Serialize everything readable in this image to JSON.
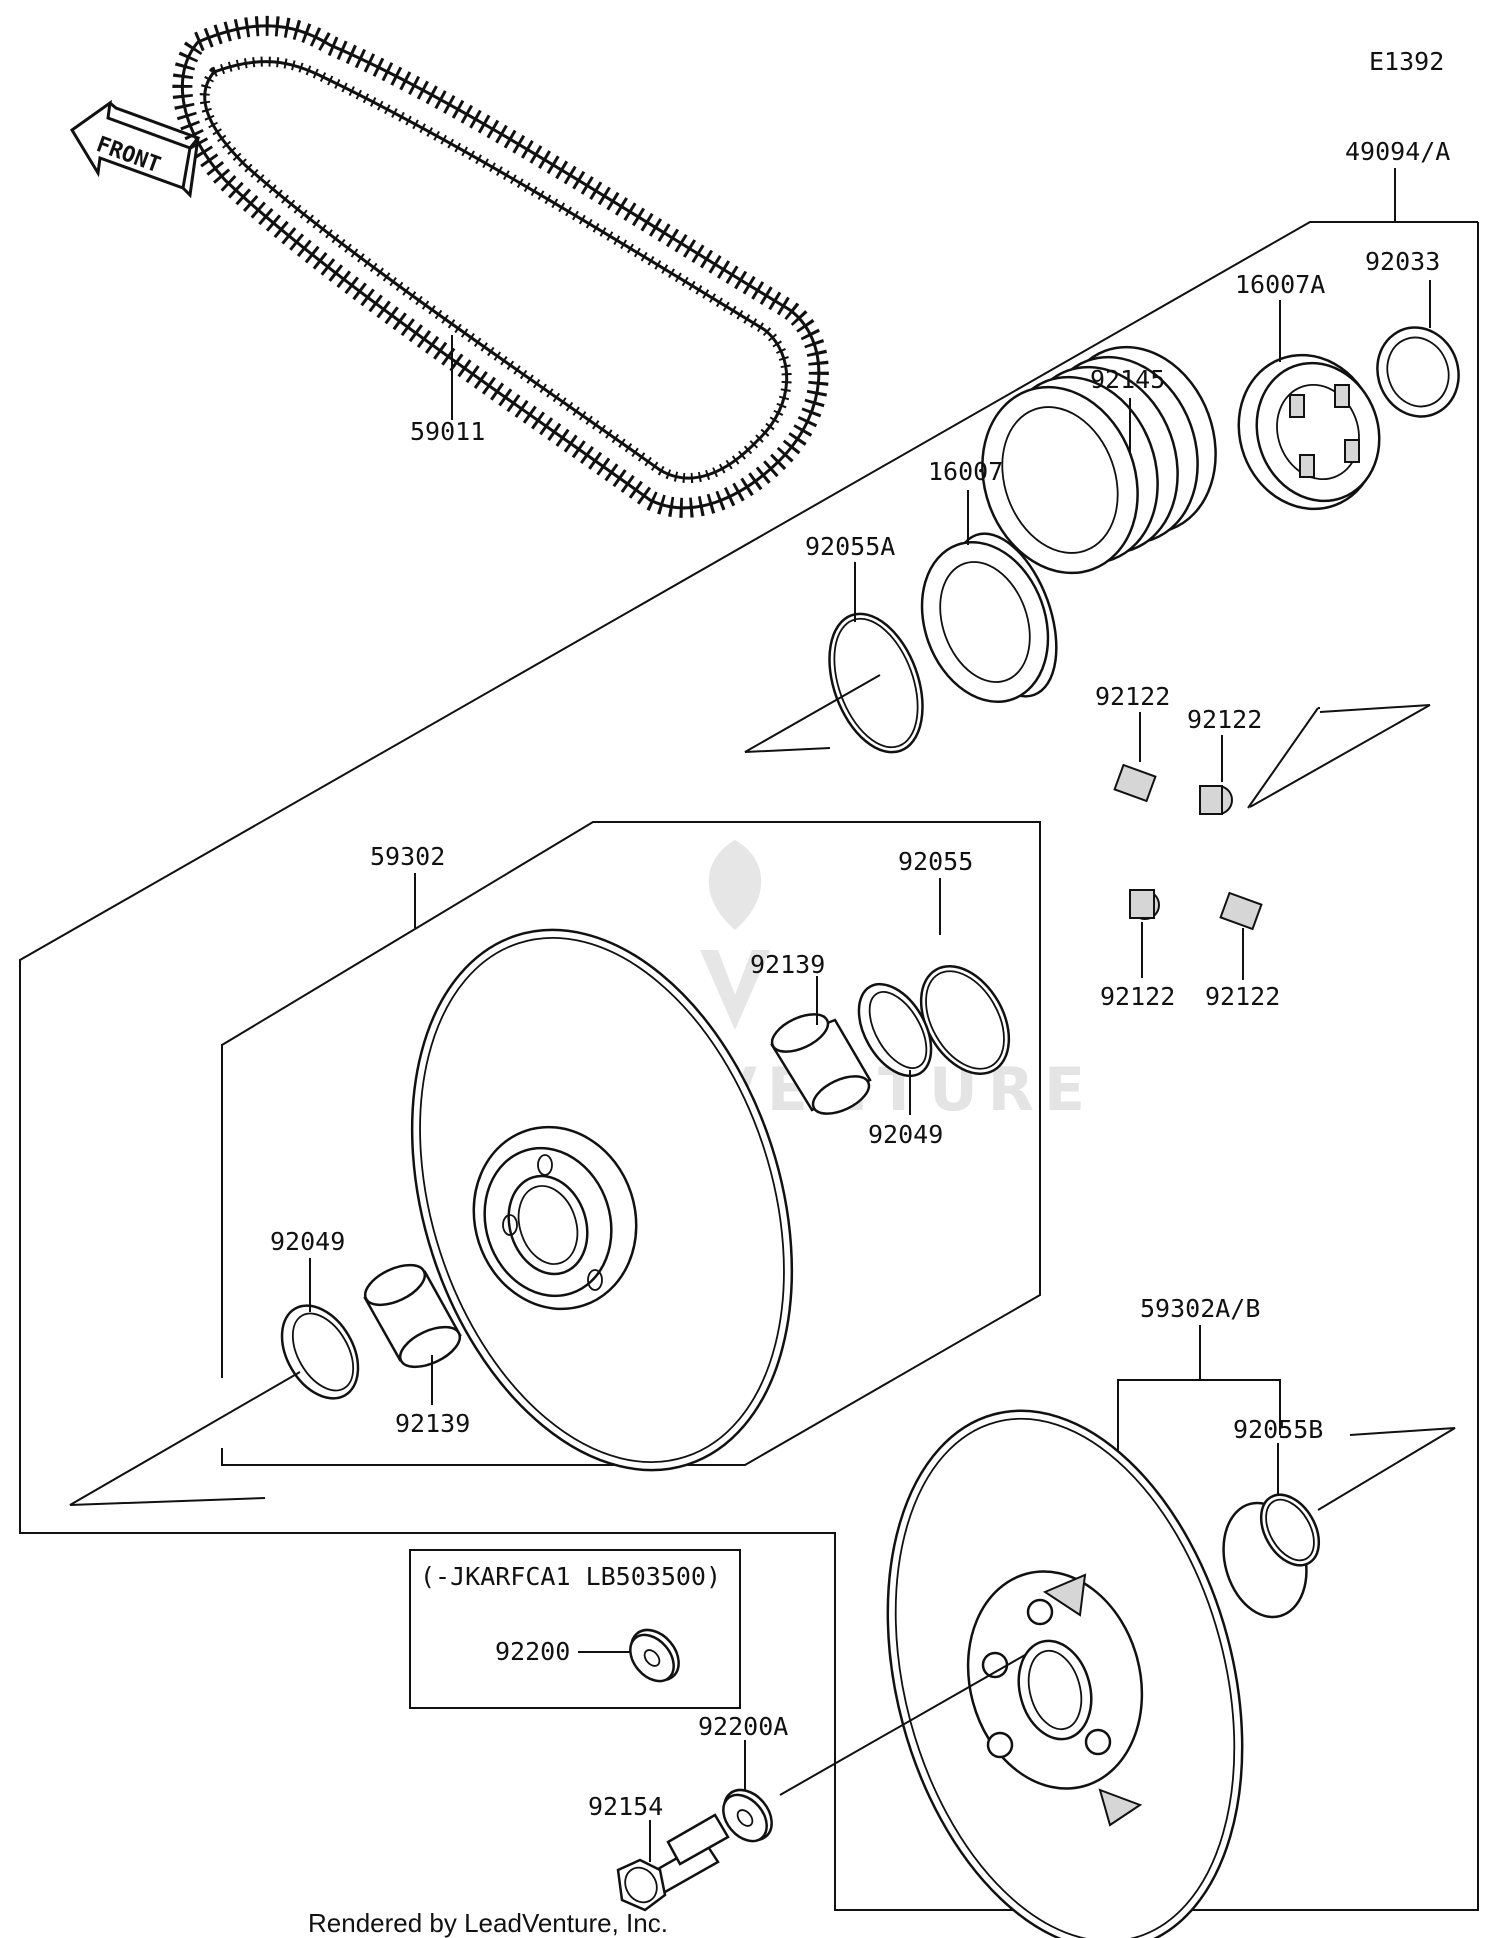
{
  "diagram": {
    "code": "E1392",
    "front_label": "FRONT",
    "watermark": "LEADVENTURE",
    "footer": "Rendered by LeadVenture, Inc.",
    "serial_note": "(-JKARFCA1 LB503500)",
    "parts": {
      "belt": "59011",
      "assy": "49094/A",
      "ring_92033": "92033",
      "plate_16007A": "16007A",
      "spring": "92145",
      "cam_16007": "16007",
      "oring_92055A": "92055A",
      "roller_1": "92122",
      "roller_2": "92122",
      "roller_3": "92122",
      "roller_4": "92122",
      "sheave_movable": "59302",
      "oring_92055": "92055",
      "bush_upper": "92139",
      "seal_upper": "92049",
      "seal_lower": "92049",
      "bush_lower": "92139",
      "sheave_fixed": "59302A/B",
      "oring_92055B": "92055B",
      "washer_92200": "92200",
      "washer_92200A": "92200A",
      "bolt": "92154"
    }
  }
}
